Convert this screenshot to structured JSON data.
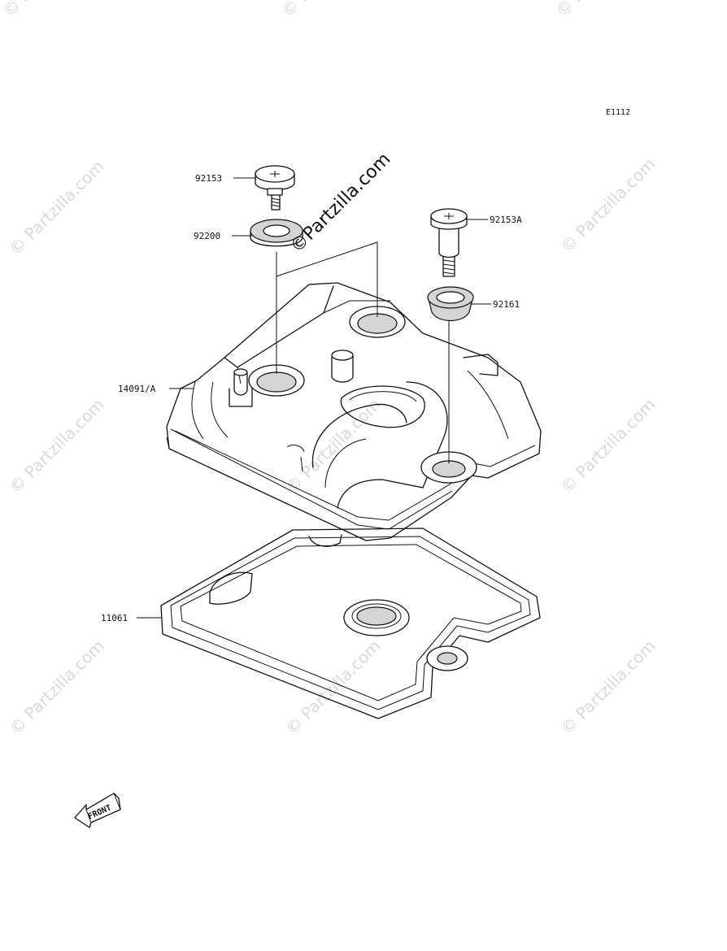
{
  "diagram_code": "E1112",
  "watermark": {
    "main_text": "©Partzilla.com",
    "tile_text": "© Partzilla.com"
  },
  "parts": [
    {
      "number": "92153"
    },
    {
      "number": "92200"
    },
    {
      "number": "92153A"
    },
    {
      "number": "92161"
    },
    {
      "number": "14091/A"
    },
    {
      "number": "11061"
    }
  ],
  "front_indicator": {
    "text": "FRONT"
  },
  "colors": {
    "line": "#111111",
    "shade": "#d4d4d4",
    "watermark": "#d9d9d9"
  }
}
